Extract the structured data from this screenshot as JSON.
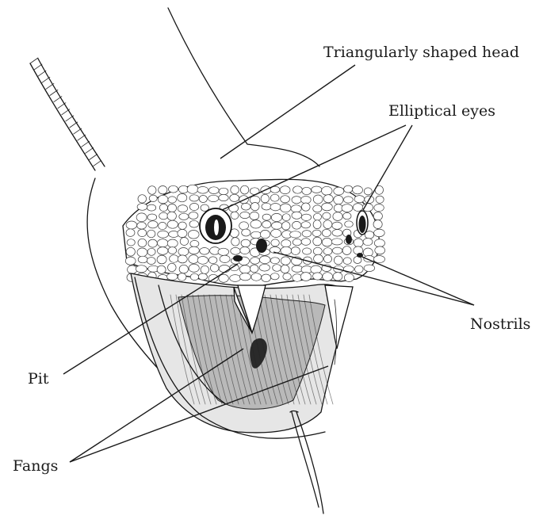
{
  "labels": {
    "head": "Triangularly shaped head",
    "eyes": "Elliptical eyes",
    "nostrils": "Nostrils",
    "pit": "Pit",
    "fangs": "Fangs"
  },
  "colors": {
    "ink": "#161616",
    "mouth_dark": "#2a2a2a",
    "paper": "#ffffff"
  }
}
